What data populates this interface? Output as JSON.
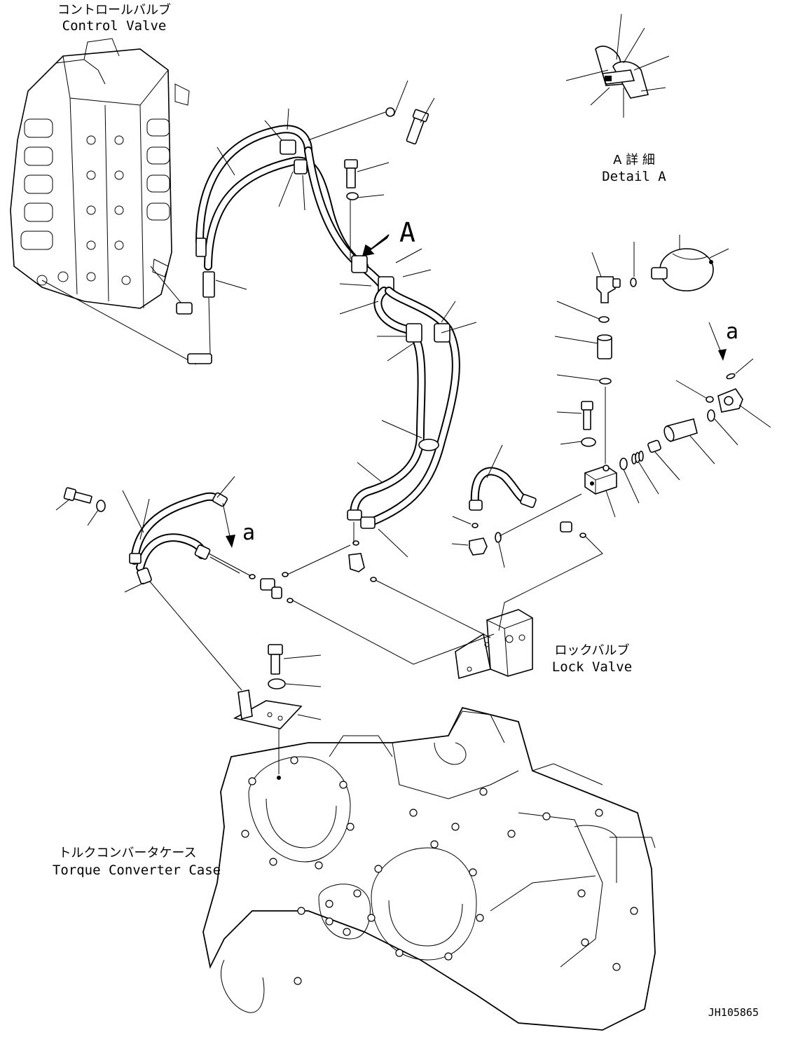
{
  "labels": {
    "control_valve_jp": "コントロールバルブ",
    "control_valve_en": "Control Valve",
    "detail_a_jp": "A 詳 細",
    "detail_a_en": "Detail A",
    "lock_valve_jp": "ロックバルブ",
    "lock_valve_en": "Lock Valve",
    "torque_converter_jp": "トルクコンバータケース",
    "torque_converter_en": "Torque Converter Case",
    "view_arrow_A": "A",
    "connection_a_right": "a",
    "connection_a_left": "a",
    "drawing_number": "JH105865"
  }
}
